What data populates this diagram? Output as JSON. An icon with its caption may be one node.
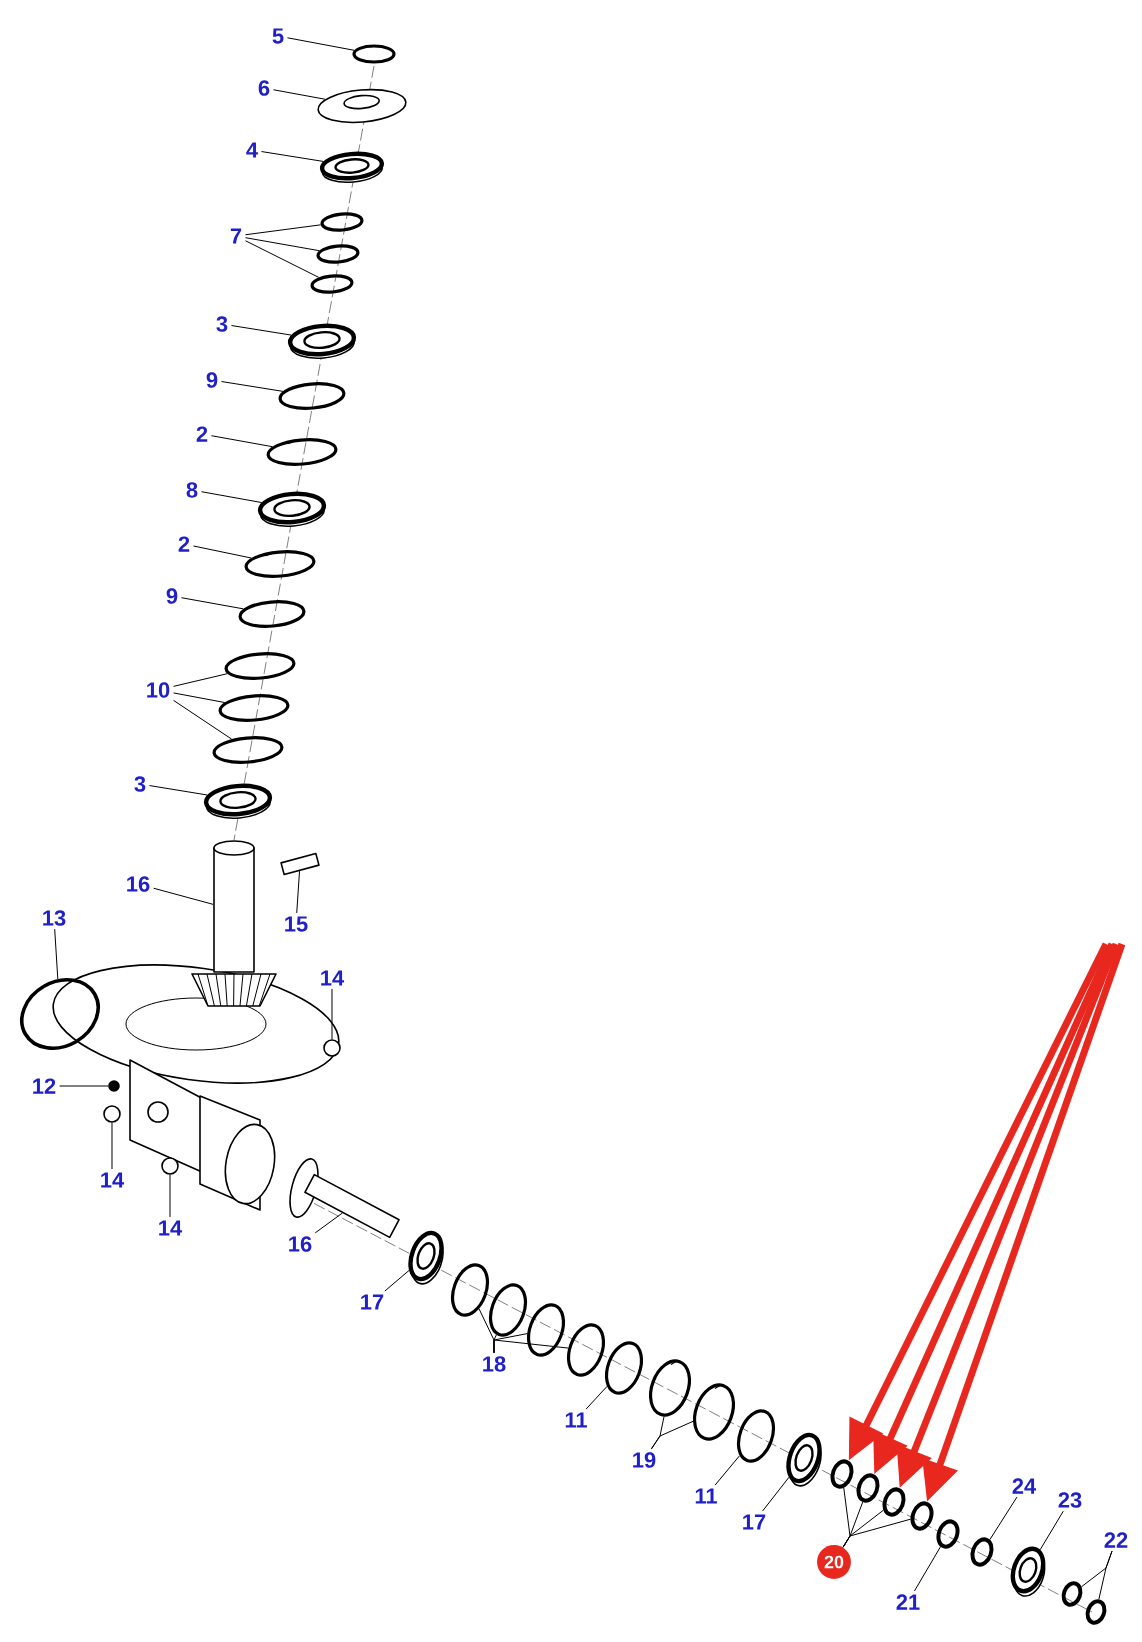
{
  "diagram": {
    "nodes": [
      {
        "text": [
          "5"
        ]
      },
      {
        "text": [
          "6"
        ]
      },
      {
        "text": [
          "4"
        ]
      },
      {
        "text": [
          "7"
        ]
      },
      {
        "text": [
          "3"
        ]
      },
      {
        "text": [
          "9"
        ]
      },
      {
        "text": [
          "2"
        ]
      },
      {
        "text": [
          "8"
        ]
      },
      {
        "text": [
          "2"
        ]
      },
      {
        "text": [
          "9"
        ]
      },
      {
        "text": [
          "10"
        ]
      },
      {
        "text": [
          "3"
        ]
      },
      {
        "text": [
          "16"
        ]
      },
      {
        "text": [
          "15"
        ]
      },
      {
        "text": [
          "13"
        ]
      },
      {
        "text": [
          "14"
        ]
      },
      {
        "text": [
          "12"
        ]
      },
      {
        "text": [
          "14"
        ]
      },
      {
        "text": [
          "14"
        ]
      },
      {
        "text": [
          "16"
        ]
      },
      {
        "text": [
          "17"
        ]
      },
      {
        "text": [
          "18"
        ]
      },
      {
        "text": [
          "11"
        ]
      },
      {
        "text": [
          "19"
        ]
      },
      {
        "text": [
          "11"
        ]
      },
      {
        "text": [
          "17"
        ]
      },
      {
        "text": [
          "20"
        ]
      },
      {
        "text": [
          "21"
        ]
      },
      {
        "text": [
          "24"
        ]
      },
      {
        "text": [
          "23"
        ]
      },
      {
        "text": [
          "22"
        ]
      },
      {
        "text": [],
        "shape": "circle"
      },
      {
        "text": [],
        "shape": "picture"
      },
      {
        "text": [],
        "shape": "picture"
      },
      {
        "text": [],
        "shape": "circle"
      },
      {
        "text": [],
        "shape": "circle"
      },
      {
        "text": [],
        "shape": "circle"
      },
      {
        "text": [],
        "shape": "picture"
      },
      {
        "text": [],
        "shape": "circle"
      },
      {
        "text": [],
        "shape": "circle"
      },
      {
        "text": [],
        "shape": "picture"
      },
      {
        "text": [],
        "shape": "circle"
      },
      {
        "text": [],
        "shape": "circle"
      },
      {
        "text": [],
        "shape": "circle"
      },
      {
        "text": [],
        "shape": "circle"
      },
      {
        "text": [],
        "shape": "circle"
      },
      {
        "text": [],
        "shape": "picture"
      },
      {
        "text": [],
        "shape": "picture"
      },
      {
        "text": [],
        "shape": "box"
      },
      {
        "text": [],
        "shape": "circle"
      },
      {
        "text": [],
        "shape": "circle"
      },
      {
        "text": [],
        "shape": "circle"
      },
      {
        "text": [],
        "shape": "circle"
      },
      {
        "text": [],
        "shape": "circle"
      },
      {
        "text": [],
        "shape": "picture"
      },
      {
        "text": [],
        "shape": "picture"
      },
      {
        "text": [],
        "shape": "circle"
      },
      {
        "text": [],
        "shape": "circle"
      },
      {
        "text": [],
        "shape": "circle"
      },
      {
        "text": [],
        "shape": "circle"
      },
      {
        "text": [],
        "shape": "circle"
      },
      {
        "text": [],
        "shape": "circle"
      },
      {
        "text": [],
        "shape": "circle"
      },
      {
        "text": [],
        "shape": "circle"
      },
      {
        "text": [],
        "shape": "picture"
      },
      {
        "text": [],
        "shape": "circle"
      },
      {
        "text": [],
        "shape": "circle"
      },
      {
        "text": [],
        "shape": "circle"
      },
      {
        "text": [],
        "shape": "circle"
      },
      {
        "text": [],
        "shape": "circle"
      },
      {
        "text": [],
        "shape": "circle"
      },
      {
        "text": [],
        "shape": "picture"
      },
      {
        "text": [],
        "shape": "circle"
      },
      {
        "text": [],
        "shape": "circle"
      }
    ],
    "edges": [
      {
        "from": 0,
        "to": 31,
        "arrow": "none"
      },
      {
        "from": 1,
        "to": 32,
        "arrow": "none"
      },
      {
        "from": 2,
        "to": 33,
        "arrow": "none"
      },
      {
        "from": 3,
        "to": 34,
        "arrow": "none"
      },
      {
        "from": 3,
        "to": 35,
        "arrow": "none"
      },
      {
        "from": 3,
        "to": 36,
        "arrow": "none"
      },
      {
        "from": 4,
        "to": 37,
        "arrow": "none"
      },
      {
        "from": 5,
        "to": 38,
        "arrow": "none"
      },
      {
        "from": 6,
        "to": 39,
        "arrow": "none"
      },
      {
        "from": 7,
        "to": 40,
        "arrow": "none"
      },
      {
        "from": 8,
        "to": 41,
        "arrow": "none"
      },
      {
        "from": 9,
        "to": 42,
        "arrow": "none"
      },
      {
        "from": 10,
        "to": 43,
        "arrow": "none"
      },
      {
        "from": 10,
        "to": 44,
        "arrow": "none"
      },
      {
        "from": 10,
        "to": 45,
        "arrow": "none"
      },
      {
        "from": 11,
        "to": 46,
        "arrow": "none"
      },
      {
        "from": 12,
        "to": 47,
        "arrow": "none"
      },
      {
        "from": 13,
        "to": 48,
        "arrow": "none"
      },
      {
        "from": 14,
        "to": 49,
        "arrow": "none"
      },
      {
        "from": 15,
        "to": 50,
        "arrow": "none"
      },
      {
        "from": 16,
        "to": 51,
        "arrow": "none"
      },
      {
        "from": 17,
        "to": 52,
        "arrow": "none"
      },
      {
        "from": 18,
        "to": 53,
        "arrow": "none"
      },
      {
        "from": 19,
        "to": 54,
        "arrow": "none"
      },
      {
        "from": 20,
        "to": 55,
        "arrow": "none"
      },
      {
        "from": 21,
        "to": 56,
        "arrow": "none"
      },
      {
        "from": 21,
        "to": 57,
        "arrow": "none"
      },
      {
        "from": 21,
        "to": 58,
        "arrow": "none"
      },
      {
        "from": 21,
        "to": 59,
        "arrow": "none"
      },
      {
        "from": 22,
        "to": 60,
        "arrow": "none"
      },
      {
        "from": 23,
        "to": 61,
        "arrow": "none"
      },
      {
        "from": 23,
        "to": 62,
        "arrow": "none"
      },
      {
        "from": 24,
        "to": 63,
        "arrow": "none"
      },
      {
        "from": 25,
        "to": 64,
        "arrow": "none"
      },
      {
        "from": 26,
        "to": 65,
        "arrow": "none"
      },
      {
        "from": 26,
        "to": 66,
        "arrow": "none"
      },
      {
        "from": 26,
        "to": 67,
        "arrow": "none"
      },
      {
        "from": 26,
        "to": 68,
        "arrow": "none"
      },
      {
        "from": 27,
        "to": 69,
        "arrow": "none"
      },
      {
        "from": 28,
        "to": 70,
        "arrow": "none"
      },
      {
        "from": 29,
        "to": 71,
        "arrow": "none"
      },
      {
        "from": 30,
        "to": 72,
        "arrow": "none"
      },
      {
        "from": 30,
        "to": 73,
        "arrow": "none"
      },
      {
        "from": null,
        "to": 65,
        "arrow": "to",
        "style": "thick",
        "color": "#e8281e"
      },
      {
        "from": null,
        "to": 66,
        "arrow": "to",
        "style": "thick",
        "color": "#e8281e"
      },
      {
        "from": null,
        "to": 67,
        "arrow": "to",
        "style": "thick",
        "color": "#e8281e"
      },
      {
        "from": null,
        "to": 68,
        "arrow": "to",
        "style": "thick",
        "color": "#e8281e"
      }
    ]
  }
}
